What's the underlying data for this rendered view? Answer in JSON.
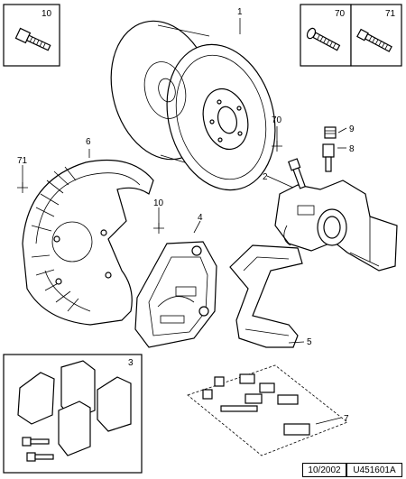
{
  "callouts": {
    "c1": "1",
    "c2": "2",
    "c3": "3",
    "c4": "4",
    "c5": "5",
    "c6": "6",
    "c7": "7",
    "c8": "8",
    "c9": "9",
    "c10_box": "10",
    "c10": "10",
    "c70_box": "70",
    "c71_box": "71",
    "c70": "70",
    "c71": "71"
  },
  "footer": {
    "date": "10/2002",
    "ref": "U451601A"
  }
}
